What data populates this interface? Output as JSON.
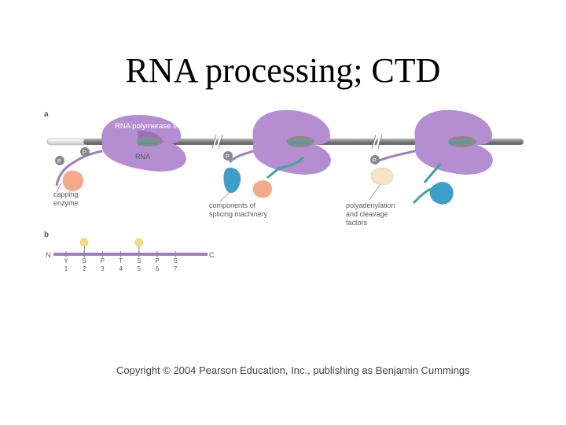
{
  "title": "RNA processing; CTD",
  "panel_a": {
    "letter": "a",
    "polymerase_label": "RNA polymerase II",
    "rna_label": "RNA",
    "phospho": "P",
    "capping_line1": "capping",
    "capping_line2": "enzyme",
    "splicing_line1": "components of",
    "splicing_line2": "splicing machinery",
    "polyA_line1": "polyadenylation",
    "polyA_line2": "and cleavage",
    "polyA_line3": "factors"
  },
  "panel_b": {
    "letter": "b",
    "n_end": "N",
    "c_end": "C",
    "residues": [
      "Y",
      "S",
      "P",
      "T",
      "S",
      "P",
      "S"
    ],
    "positions": [
      "1",
      "2",
      "3",
      "4",
      "5",
      "6",
      "7"
    ],
    "phosphorylated_positions": [
      2,
      5
    ]
  },
  "copyright": "Copyright © 2004 Pearson Education, Inc., publishing as Benjamin Cummings",
  "colors": {
    "polymerase": "#b48ed0",
    "polymerase_dark": "#9a72bb",
    "dna": "#8a8a8a",
    "capping": "#f3a98c",
    "splicing_blue": "#3f9ec9",
    "splicing_tail": "#3aa79a",
    "polyA_cream": "#f6e4c6",
    "phospho_bead": "#f4dd7a"
  }
}
